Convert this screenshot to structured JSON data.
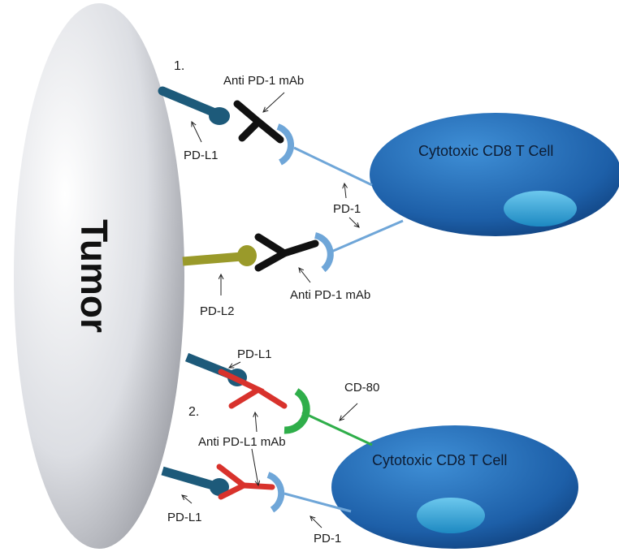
{
  "title": "PD-1 / PD-L1 checkpoint blockade",
  "tumor": {
    "label": "Tumor"
  },
  "panel1": {
    "number": "1.",
    "anti_pd1_top": "Anti PD-1 mAb",
    "pd_l1": "PD-L1",
    "pd_1": "PD-1",
    "pd_l2": "PD-L2",
    "anti_pd1_bottom": "Anti PD-1 mAb",
    "t_cell": "Cytotoxic CD8 T Cell"
  },
  "panel2": {
    "number": "2.",
    "pd_l1_top": "PD-L1",
    "cd80": "CD-80",
    "anti_pdl1": "Anti PD-L1 mAb",
    "pd_l1_bottom": "PD-L1",
    "pd_1": "PD-1",
    "t_cell": "Cytotoxic CD8 T Cell"
  },
  "colors": {
    "tumor": "#d9dbe0",
    "t_cell": "#1f66b0",
    "pd_l1": "#1d5a7a",
    "pd_l2": "#9a9a2a",
    "anti_pd1": "#111111",
    "anti_pdl1": "#d8322c",
    "pd_1": "#6fa6d8",
    "cd80": "#2fae4a"
  }
}
